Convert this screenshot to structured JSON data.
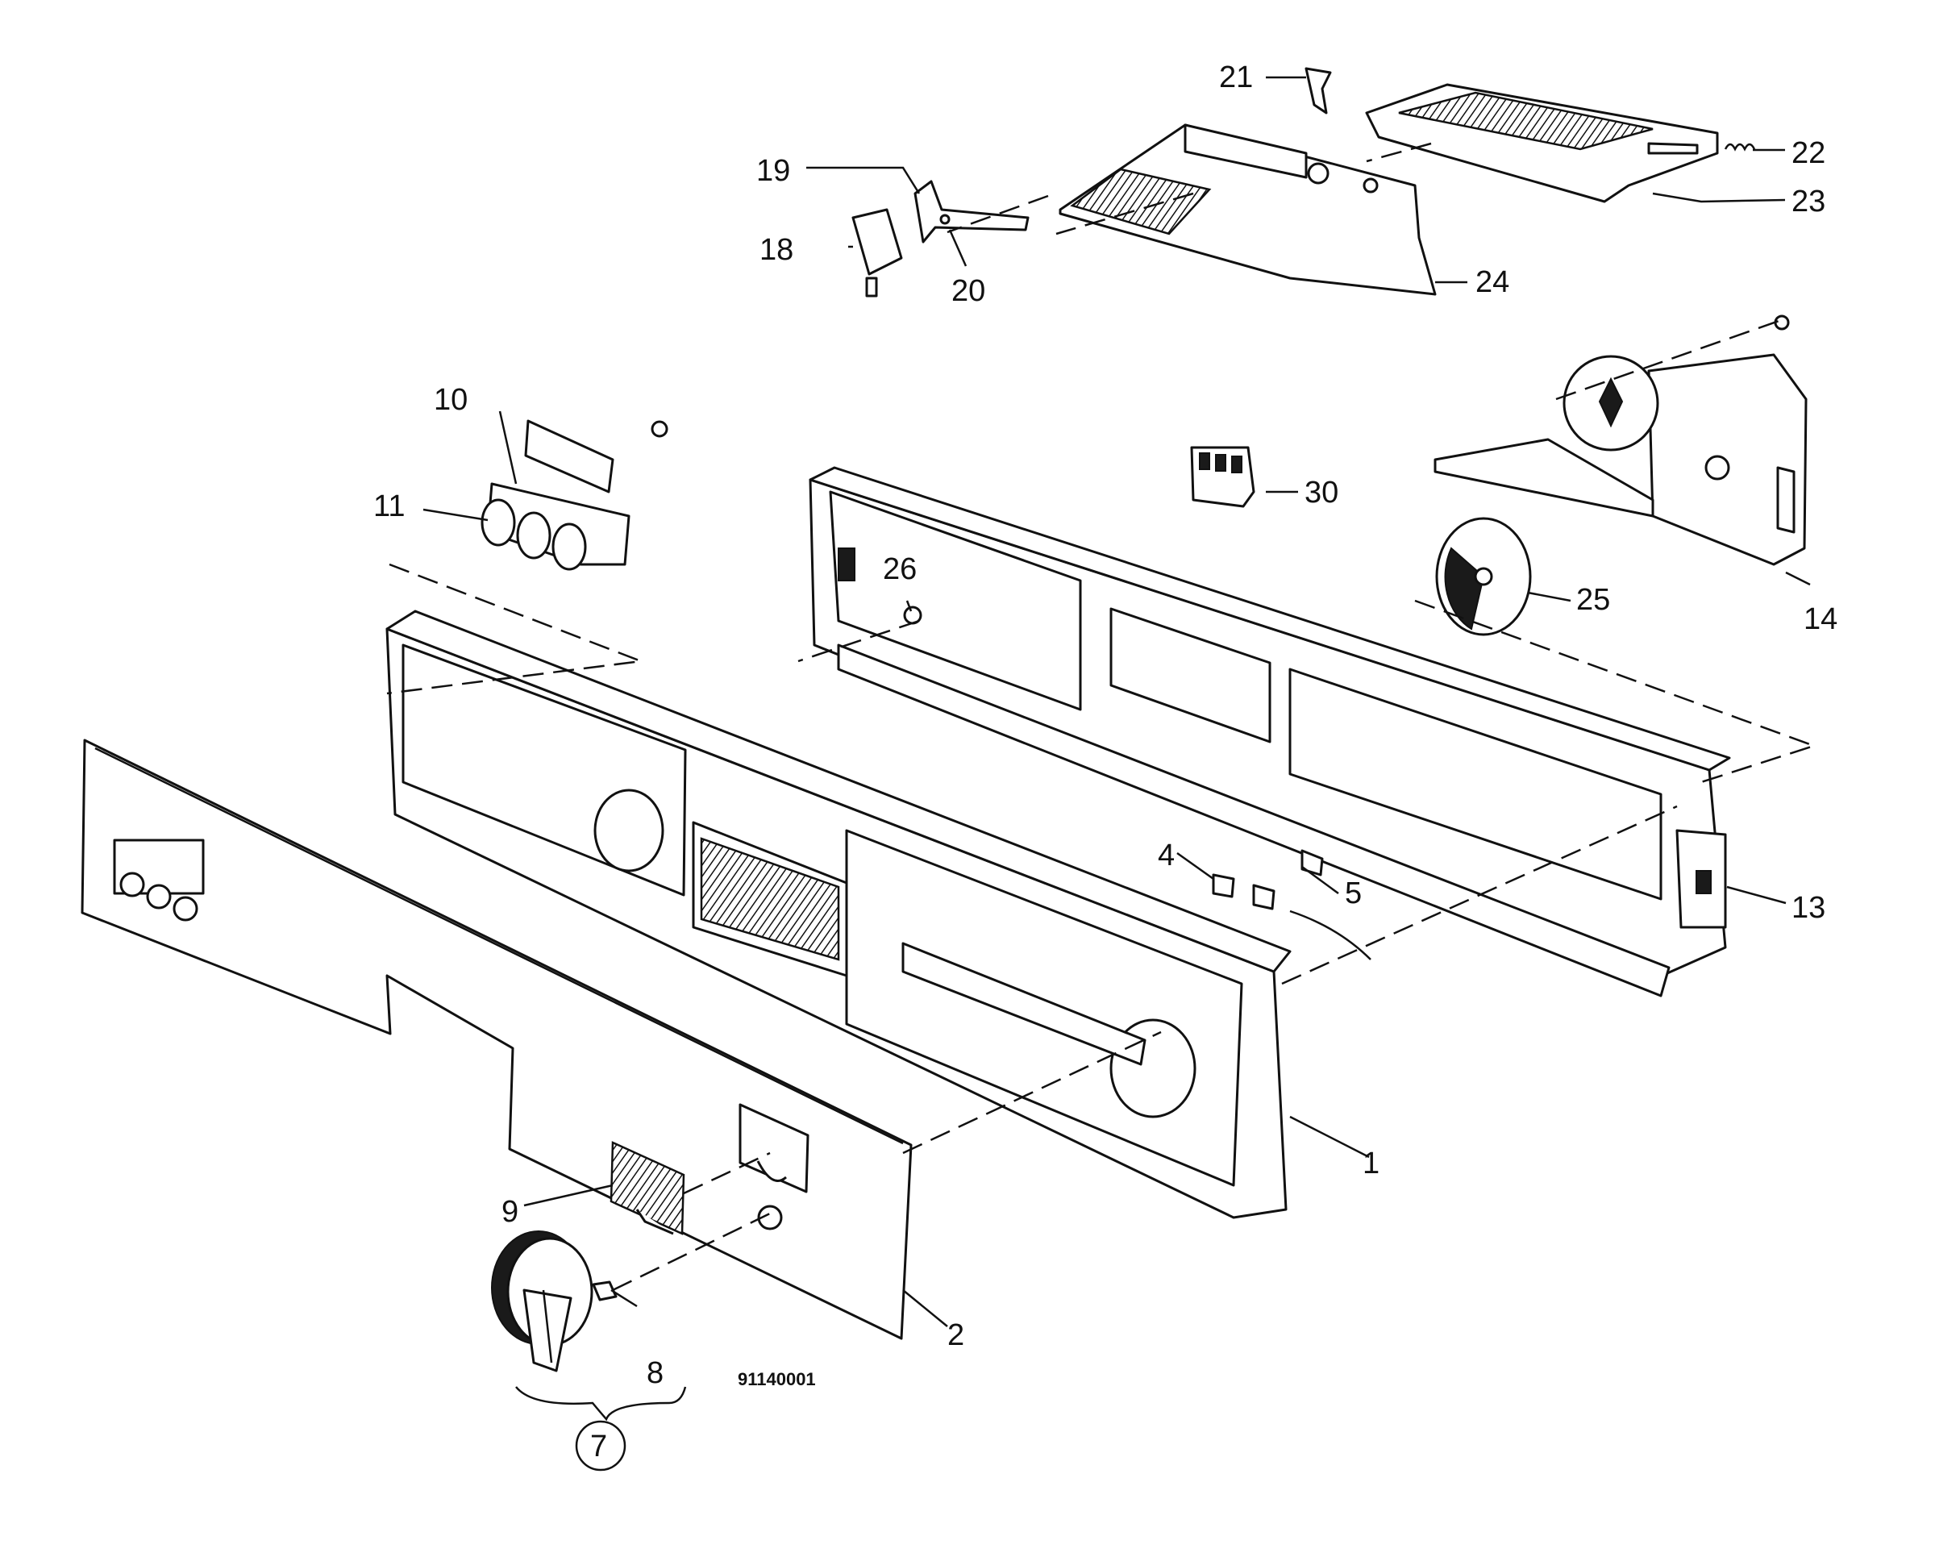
{
  "diagram": {
    "reference_code": "91140001",
    "assembly_callout": "7",
    "callouts": {
      "c1": "1",
      "c2": "2",
      "c4": "4",
      "c5": "5",
      "c8": "8",
      "c9": "9",
      "c10": "10",
      "c11": "11",
      "c13": "13",
      "c14": "14",
      "c18": "18",
      "c19": "19",
      "c20": "20",
      "c21": "21",
      "c22": "22",
      "c23": "23",
      "c24": "24",
      "c25": "25",
      "c26": "26",
      "c30": "30"
    }
  }
}
